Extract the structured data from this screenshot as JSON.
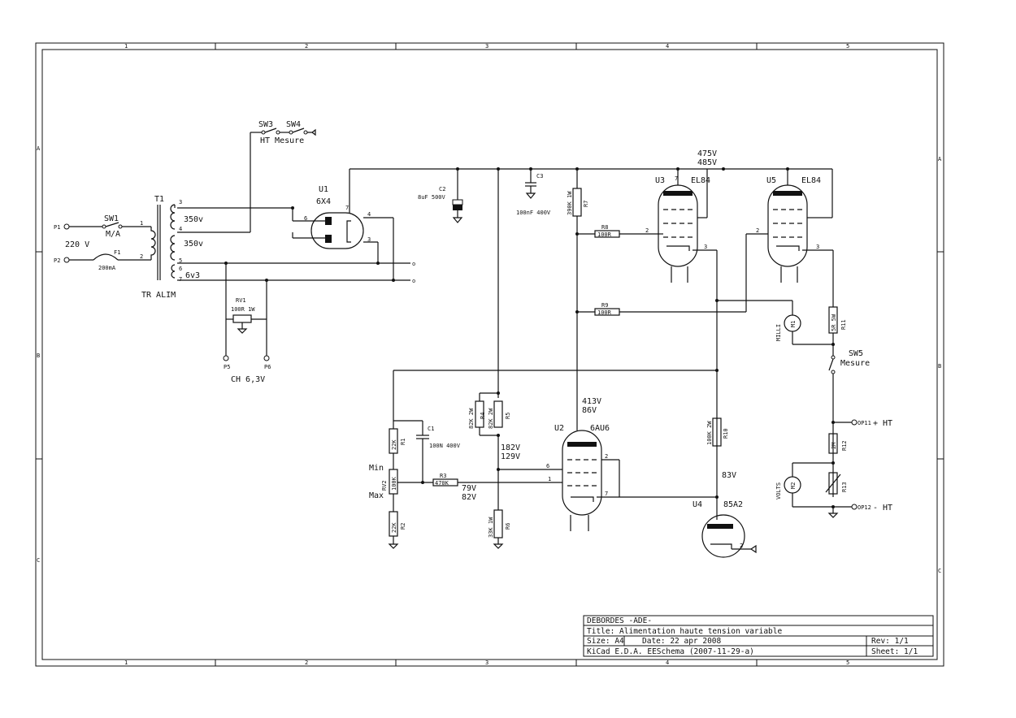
{
  "sheet": {
    "cols": [
      "1",
      "2",
      "3",
      "4",
      "5"
    ],
    "rows": [
      "A",
      "B",
      "C"
    ]
  },
  "title_block": {
    "author": "DEBORDES -ADE-",
    "title": "Title: Alimentation haute tension variable",
    "size": "Size: A4",
    "date": "Date: 22 apr 2008",
    "rev": "Rev: 1/1",
    "tool": "KiCad E.D.A.  EESchema (2007-11-29-a)",
    "sheet": "Sheet: 1/1"
  },
  "labels": {
    "p1": "P1",
    "p2": "P2",
    "p5": "P5",
    "p6": "P6",
    "v220": "220 V",
    "sw1": "SW1",
    "sw1_val": "M/A",
    "f1": "F1",
    "f1_val": "200mA",
    "t1": "T1",
    "t1_name": "TR ALIM",
    "t1_pins": [
      "1",
      "2",
      "3",
      "4",
      "5",
      "6",
      "7"
    ],
    "w350a": "350v",
    "w350b": "350v",
    "w6v3": "6v3",
    "rv1": "RV1",
    "rv1_val": "100R 1W",
    "ch": "CH 6,3V",
    "sw3": "SW3",
    "sw4": "SW4",
    "ht_mesure": "HT Mesure",
    "u1": "U1",
    "u1_val": "6X4",
    "c2": "C2",
    "c2_val": "8uF 500V",
    "c3": "C3",
    "c3_val": "100nF 400V",
    "r7": "R7",
    "r7_val": "390K 1W",
    "r8": "R8",
    "r8_val": "100R",
    "r9": "R9",
    "r9_val": "100R",
    "v475": "475V",
    "v485": "485V",
    "u3": "U3",
    "u3_val": "EL84",
    "u5": "U5",
    "u5_val": "EL84",
    "milli": "MILLI",
    "m1": "M1",
    "r11": "R11",
    "r11_val": "5R 5W",
    "sw5": "SW5",
    "sw5_val": "Mesure",
    "r4": "R4",
    "r4_val": "82K 2W",
    "r5": "R5",
    "r5_val": "82K 2W",
    "v413": "413V",
    "v86": "86V",
    "u2": "U2",
    "u2_val": "6AU6",
    "r10": "R10",
    "r10_val": "100K 2W",
    "op11": "OP11",
    "ht_plus": "+ HT",
    "op12": "OP12",
    "ht_minus": "- HT",
    "r12": "R12",
    "r12_val": "2M",
    "r13": "R13",
    "volts": "VOLTS",
    "m2": "M2",
    "v83": "83V",
    "u4": "U4",
    "u4_val": "85A2",
    "r1": "R1",
    "r1_val": "22K",
    "c1": "C1",
    "c1_val": "100N 400V",
    "min": "Min",
    "max": "Max",
    "rv2": "RV2",
    "rv2_val": "100K",
    "r3": "R3",
    "r3_val": "470K",
    "v79": "79V",
    "v82": "82V",
    "v182": "182V",
    "v129": "129V",
    "r2": "R2",
    "r2_val": "22K",
    "r6": "R6",
    "r6_val": "33K 1W"
  }
}
